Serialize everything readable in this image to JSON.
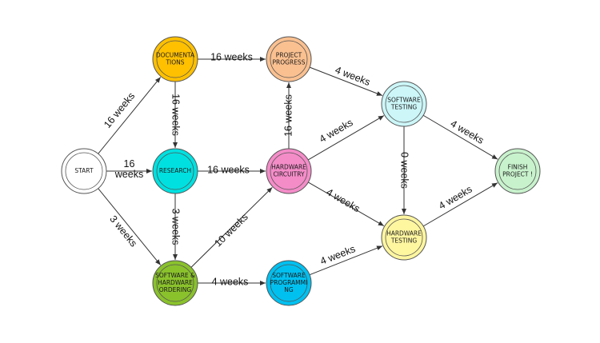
{
  "nodes": [
    {
      "id": "start",
      "lines": [
        "START"
      ],
      "fill": "#ffffff",
      "label_color": "#1a1a1a"
    },
    {
      "id": "documentations",
      "lines": [
        "DOCUMENTA",
        "TIONS"
      ],
      "fill": "#ffc000",
      "label_color": "#1a1a1a"
    },
    {
      "id": "project-progress",
      "lines": [
        "PROJECT",
        "PROGRESS"
      ],
      "fill": "#fac090",
      "label_color": "#1a1a1a"
    },
    {
      "id": "research",
      "lines": [
        "RESEARCH"
      ],
      "fill": "#00e0e0",
      "label_color": "#1a1a1a"
    },
    {
      "id": "hardware-circuitry",
      "lines": [
        "HARDWARE",
        "CIRCUITRY"
      ],
      "fill": "#f48cc8",
      "label_color": "#1a1a1a"
    },
    {
      "id": "software-testing",
      "lines": [
        "SOFTWARE",
        "TESTING"
      ],
      "fill": "#ccf6f8",
      "label_color": "#1a1a1a"
    },
    {
      "id": "finish-project",
      "lines": [
        "FINISH",
        "PROJECT !"
      ],
      "fill": "#c8f2cc",
      "label_color": "#e00000"
    },
    {
      "id": "software-hardware-ordering",
      "lines": [
        "SOFTWARE &",
        "HARDWARE",
        "ORDERING"
      ],
      "fill": "#8ac22c",
      "label_color": "#1a1a1a"
    },
    {
      "id": "software-programming",
      "lines": [
        "SOFTWARE",
        "PROGRAMMI",
        "NG"
      ],
      "fill": "#00c0f0",
      "label_color": "#1a1a1a"
    },
    {
      "id": "hardware-testing",
      "lines": [
        "HARDWARE",
        "TESTING"
      ],
      "fill": "#fff6a0",
      "label_color": "#1a1a1a"
    }
  ],
  "edges": [
    {
      "from": "start",
      "to": "documentations",
      "label": "16 weeks"
    },
    {
      "from": "start",
      "to": "research",
      "label": "16 weeks"
    },
    {
      "from": "start",
      "to": "software-hardware-ordering",
      "label": "3 weeks"
    },
    {
      "from": "documentations",
      "to": "project-progress",
      "label": "16 weeks"
    },
    {
      "from": "documentations",
      "to": "research",
      "label": "16 weeks"
    },
    {
      "from": "research",
      "to": "hardware-circuitry",
      "label": "16 weeks"
    },
    {
      "from": "research",
      "to": "software-hardware-ordering",
      "label": "3 weeks"
    },
    {
      "from": "hardware-circuitry",
      "to": "project-progress",
      "label": "16 weeks"
    },
    {
      "from": "project-progress",
      "to": "software-testing",
      "label": "4 weeks"
    },
    {
      "from": "hardware-circuitry",
      "to": "software-testing",
      "label": "4 weeks"
    },
    {
      "from": "hardware-circuitry",
      "to": "hardware-testing",
      "label": "4 weeks"
    },
    {
      "from": "software-hardware-ordering",
      "to": "hardware-circuitry",
      "label": "10 weeks"
    },
    {
      "from": "software-hardware-ordering",
      "to": "software-programming",
      "label": "4 weeks"
    },
    {
      "from": "software-programming",
      "to": "hardware-testing",
      "label": "4 weeks"
    },
    {
      "from": "software-testing",
      "to": "hardware-testing",
      "label": "0 weeks"
    },
    {
      "from": "software-testing",
      "to": "finish-project",
      "label": "4 weeks"
    },
    {
      "from": "hardware-testing",
      "to": "finish-project",
      "label": "4 weeks"
    }
  ]
}
